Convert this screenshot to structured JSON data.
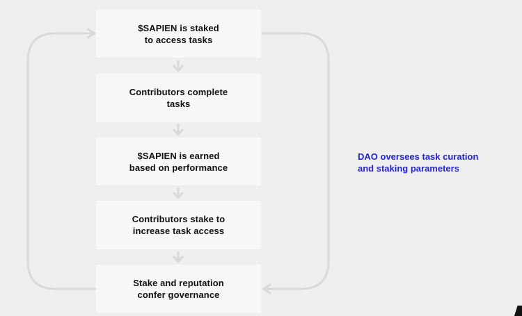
{
  "steps": [
    {
      "label": "$SAPIEN is staked\nto access tasks"
    },
    {
      "label": "Contributors complete\ntasks"
    },
    {
      "label": "$SAPIEN is earned\nbased on performance"
    },
    {
      "label": "Contributors stake to\nincrease task access"
    },
    {
      "label": "Stake and reputation\nconfer governance"
    }
  ],
  "side_note": "DAO oversees task curation\nand staking parameters",
  "colors": {
    "background": "#efefef",
    "box": "#f7f7f7",
    "connector": "#d9d9d9",
    "text": "#111111",
    "note": "#2323d8"
  },
  "icons": [
    "arrow-down-icon",
    "loop-arrow-icon"
  ]
}
